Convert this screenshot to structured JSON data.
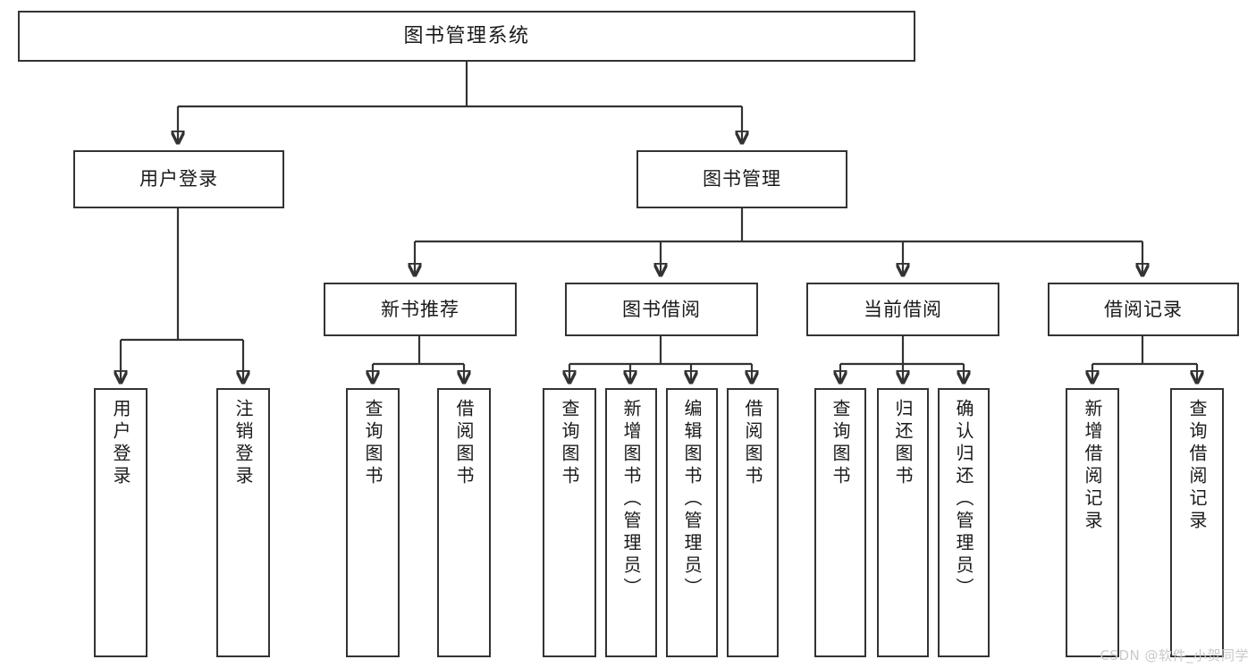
{
  "diagram": {
    "title": "图书管理系统",
    "type": "tree-hierarchy-chart",
    "stroke_color": "#333333",
    "fill_color": "#ffffff",
    "text_color": "#1a1a1a"
  },
  "root": {
    "label": "图书管理系统"
  },
  "level1": [
    {
      "id": "user-login",
      "label": "用户登录"
    },
    {
      "id": "book-management",
      "label": "图书管理"
    }
  ],
  "level2": [
    {
      "id": "new-book-recommend",
      "label": "新书推荐",
      "parent": "book-management"
    },
    {
      "id": "book-borrow",
      "label": "图书借阅",
      "parent": "book-management"
    },
    {
      "id": "current-borrow",
      "label": "当前借阅",
      "parent": "book-management"
    },
    {
      "id": "borrow-record",
      "label": "借阅记录",
      "parent": "book-management"
    }
  ],
  "leaves": {
    "user_login": [
      {
        "id": "leaf-user-login",
        "label": "用户登录"
      },
      {
        "id": "leaf-logout-login",
        "label": "注销登录"
      }
    ],
    "new_book_recommend": [
      {
        "id": "leaf-query-book-1",
        "label": "查询图书"
      },
      {
        "id": "leaf-borrow-book-1",
        "label": "借阅图书"
      }
    ],
    "book_borrow": [
      {
        "id": "leaf-query-book-2",
        "label": "查询图书"
      },
      {
        "id": "leaf-add-book",
        "label": "新增图书（管理员）"
      },
      {
        "id": "leaf-edit-book",
        "label": "编辑图书（管理员）"
      },
      {
        "id": "leaf-borrow-book-2",
        "label": "借阅图书"
      }
    ],
    "current_borrow": [
      {
        "id": "leaf-query-book-3",
        "label": "查询图书"
      },
      {
        "id": "leaf-return-book",
        "label": "归还图书"
      },
      {
        "id": "leaf-confirm-return",
        "label": "确认归还（管理员）"
      }
    ],
    "borrow_record": [
      {
        "id": "leaf-add-record",
        "label": "新增借阅记录"
      },
      {
        "id": "leaf-query-record",
        "label": "查询借阅记录"
      }
    ]
  },
  "watermark": {
    "text": "CSDN @软件_小贺同学"
  }
}
